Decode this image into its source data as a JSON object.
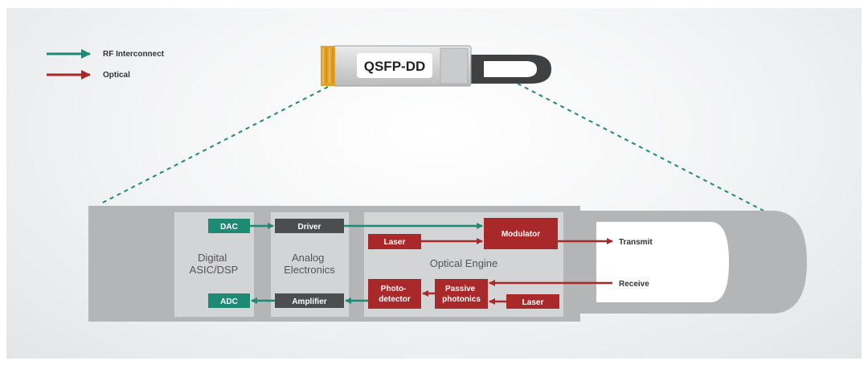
{
  "colors": {
    "rf": "#1f8a74",
    "optical": "#a9282a",
    "dark_box": "#4b4d4f",
    "panel": "#d3d4d5",
    "module": "#b3b5b7"
  },
  "legend": {
    "rf_label": "RF Interconnect",
    "optical_label": "Optical"
  },
  "module_label": "QSFP-DD",
  "sections": {
    "asic": "Digital\nASIC/DSP",
    "analog": "Analog\nElectronics",
    "optical_engine": "Optical Engine"
  },
  "blocks": {
    "dac": "DAC",
    "adc": "ADC",
    "driver": "Driver",
    "amplifier": "Amplifier",
    "laser_tx": "Laser",
    "modulator": "Modulator",
    "photodetector": "Photo-\ndetector",
    "passive_photonics": "Passive\nphotonics",
    "laser_rx": "Laser"
  },
  "signals": {
    "transmit": "Transmit",
    "receive": "Receive"
  }
}
